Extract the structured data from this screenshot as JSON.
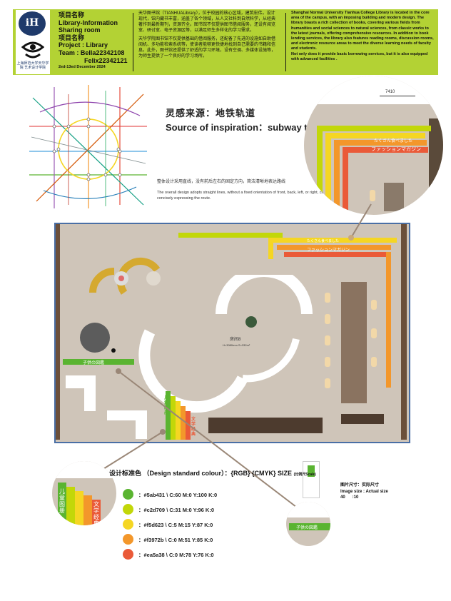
{
  "header": {
    "project_lines": [
      "项目名称",
      "Library-Information",
      "Sharing room",
      "项目名称",
      "Project : Library",
      "Team : Bella22342108",
      "Felix22342121"
    ],
    "dates": "2ed-13ed December 2024",
    "logo_text": "iH",
    "logo_caption": "上海师范大学天华学院 艺术设计学院",
    "cn_paragraphs": [
      "天华图书馆（TIANHUALibrary），位于校园的核心区域，建筑宏伟，设计现代，馆内藏书丰富，涵盖了各个领域，从人文社科到自然科学，从经典著作到最新期刊，资源齐全。图书馆不仅提供图书借阅服务，还设有阅览室、研讨室、电子资源区等，以满足师生多样化的学习需求。",
      "天华学院图书馆不仅提供基础的借阅服务，还配备了先进的设施如自助借阅机、多功能检索系统等，使读者能够更快捷地找到自己需要的书籍和信息。此外，图书馆还提供了舒适的学习环境，设有空调、多媒体设施等，为师生提供了一个良好的学习场所。"
    ],
    "en_paragraphs": [
      "Shanghai Normal University Tianhua College Library is located in the core area of the campus, with an imposing building and modern design. The library boasts a rich collection of books, covering various fields from humanities and social sciences to natural sciences, from classic works to the latest journals, offering comprehensive resources. In addition to book lending services, the library also features reading rooms, discussion rooms, and electronic resource areas to meet the diverse learning needs of faculty and students.",
      "Not only does it provide basic borrowing services, but it is also equipped with advanced facilities ."
    ]
  },
  "inspiration": {
    "title_cn": "灵感来源：地铁轨道",
    "title_en": "Source of inspiration：subway tracks",
    "desc_cn": "整体设计采用直线，没有前后左右的固定方向，简洁清晰地表达路线",
    "desc_en": "The overall design adopts straight lines, without a fixed orientation of front, back, left, or right, clearly and concisely expressing the route."
  },
  "plan": {
    "scale": "7410",
    "room_label": "房间8",
    "room_sub": "H=3080mm S=332m²",
    "zone_children": "子供の図鑑",
    "zone_fashion": "ファッションマガジン",
    "zone_food": "たくさん食べました",
    "vertical_left": "儿童图册",
    "vertical_right": "文学经典"
  },
  "standard": {
    "title": "设计标准色 （Design standard colour）：{RGB} {CMYK}",
    "swatches": [
      {
        "color": "#5ab431",
        "label": "：#5ab431 \\ C:60 M:0 Y:100 K:0"
      },
      {
        "color": "#c2d709",
        "label": "：#c2d709 \\ C:31 M:0 Y:96 K:0"
      },
      {
        "color": "#f5d623",
        "label": "：#f5d623 \\ C:5  M:15 Y:87 K:0"
      },
      {
        "color": "#f3972b",
        "label": "：#f3972b \\ C:0 M:51 Y:85 K:0"
      },
      {
        "color": "#ea5a38",
        "label": "：#ea5a38 \\ C:0 M:78 Y:76 K:0"
      }
    ]
  },
  "size": {
    "title": "SIZE",
    "sub": "(比例尺Scale)",
    "line1": "图片尺寸：实际尺寸",
    "line2": "Image size : Actual size",
    "line3": "40      :10"
  },
  "colors": {
    "header_bg": "#b3d234",
    "green": "#5ab431",
    "lime": "#c2d709",
    "yellow": "#f5d623",
    "orange": "#f3972b",
    "red": "#ea5a38",
    "wall_blue": "#4a6fa5"
  }
}
